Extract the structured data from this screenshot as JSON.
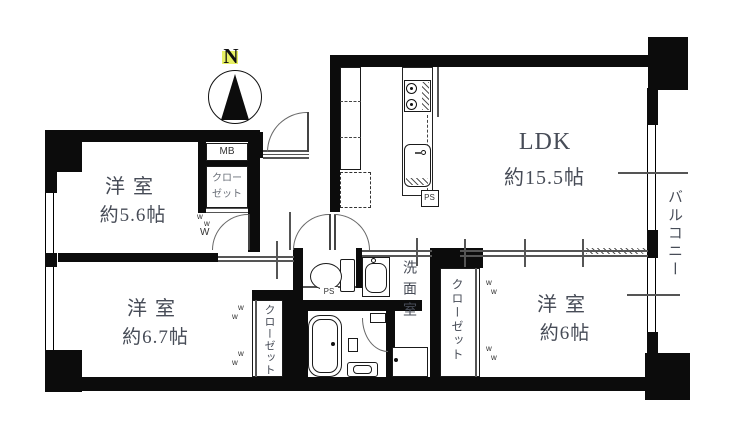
{
  "compass": {
    "north": "N"
  },
  "rooms": {
    "bedroom_nw": {
      "name": "洋室",
      "size": "約5.6帖"
    },
    "bedroom_sw": {
      "name": "洋室",
      "size": "約6.7帖"
    },
    "bedroom_se": {
      "name": "洋室",
      "size": "約6帖"
    },
    "ldk": {
      "name": "LDK",
      "size": "約15.5帖"
    },
    "washroom": {
      "name": "洗面室"
    },
    "balcony": {
      "name": "バルコニー"
    }
  },
  "closets": {
    "north": {
      "line1": "クロー",
      "line2": "ゼット"
    },
    "west": {
      "name": "クローゼット"
    },
    "east": {
      "name": "クローゼット"
    }
  },
  "utility": {
    "meter_box": "MB",
    "pipe_space_kitchen": "PS",
    "pipe_space_bath": "PS"
  },
  "marks": {
    "w": "W",
    "w_small": "w"
  },
  "colors": {
    "wall": "#0c0c0c",
    "label": "#474c57",
    "north_highlight": "#e7f063",
    "line": "#555555"
  }
}
